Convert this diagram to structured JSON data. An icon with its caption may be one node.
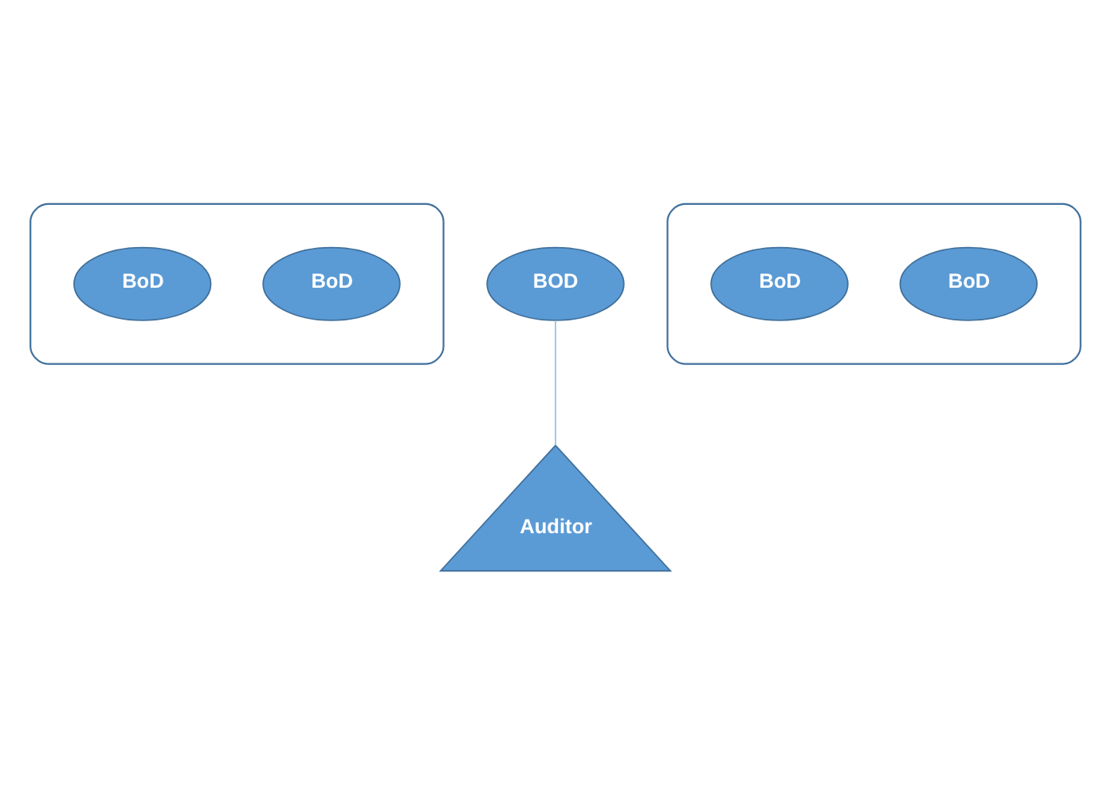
{
  "diagram": {
    "nodes": [
      {
        "text": [],
        "shape": "ellipse"
      },
      {
        "text": [
          "BoD"
        ],
        "in": 0
      },
      {
        "text": [
          "BoD"
        ],
        "in": 0
      },
      {
        "text": [
          "BOD"
        ]
      },
      {
        "text": [],
        "shape": "ellipse"
      },
      {
        "text": [
          "BoD"
        ],
        "in": 4
      },
      {
        "text": [
          "BoD"
        ],
        "in": 4
      },
      {
        "text": [
          "Auditor"
        ]
      }
    ],
    "edges": [
      {
        "from": 3,
        "to": 7,
        "arrow": "none"
      }
    ]
  }
}
